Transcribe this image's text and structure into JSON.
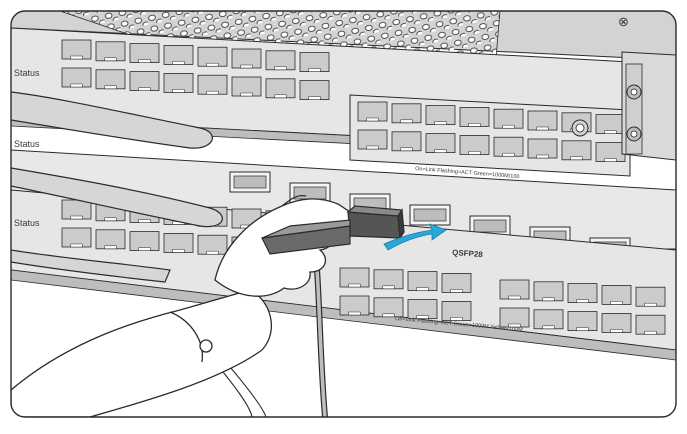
{
  "labels": {
    "status_1": "Status",
    "status_2": "Status",
    "status_3": "Status",
    "qsfp": "QSFP28",
    "led_text_upper": "On=Link Flashing=ACT Green=1000M/100",
    "led_text_lower": "On=Link Flashing=ACT Green=1000M Yellow=100M"
  },
  "colors": {
    "frame_stroke": "#2b2b2b",
    "panel_fill": "#e4e4e4",
    "panel_dark": "#bfbfbf",
    "port_fill": "#c9c9c9",
    "hand_fill": "#ffffff",
    "arrow_fill": "#2aa7d8"
  },
  "icons": [
    "ground-screw-icon",
    "insertion-arrow-icon",
    "esd-wrist-strap-icon"
  ]
}
